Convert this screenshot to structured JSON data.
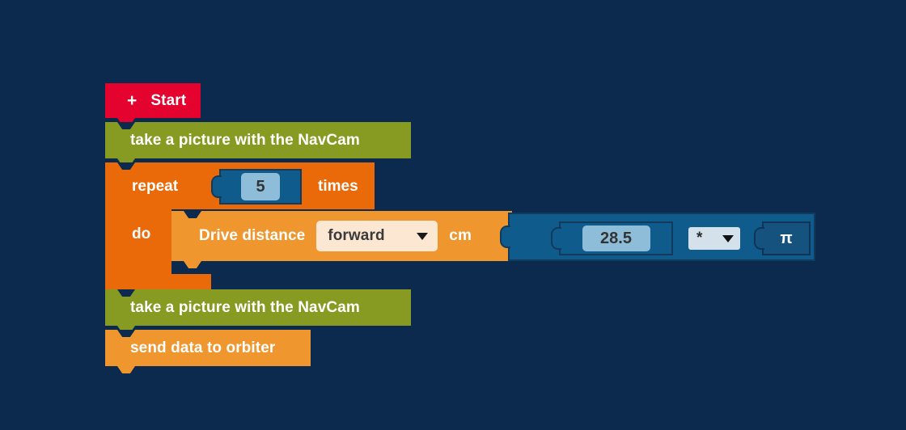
{
  "workspace": {
    "background_color": "#0c2a4d",
    "name": "block-programming-workspace"
  },
  "program": {
    "start_block": {
      "label": "Start",
      "plus_icon": "plus-icon",
      "color": "#e4032e"
    },
    "statements": [
      {
        "id": "take-picture-1",
        "label": "take a picture with the NavCam",
        "color": "#879a22"
      },
      {
        "id": "repeat-loop",
        "label_repeat": "repeat",
        "label_times": "times",
        "label_do": "do",
        "count_value": "5",
        "color": "#ea6a09"
      },
      {
        "id": "take-picture-2",
        "label": "take a picture with the NavCam",
        "color": "#879a22"
      },
      {
        "id": "send-data",
        "label": "send data to orbiter",
        "color": "#f0962f"
      }
    ],
    "drive_block": {
      "label": "Drive distance",
      "direction_value": "forward",
      "unit_label": "cm",
      "color": "#f0962f",
      "dropdown_icon": "chevron-down-icon"
    },
    "math_expression": {
      "operand_a": "28.5",
      "operator": "*",
      "operand_b": "π",
      "operator_icon": "chevron-down-icon",
      "color": "#0f5b8c",
      "constant_color": "#15527e"
    }
  }
}
